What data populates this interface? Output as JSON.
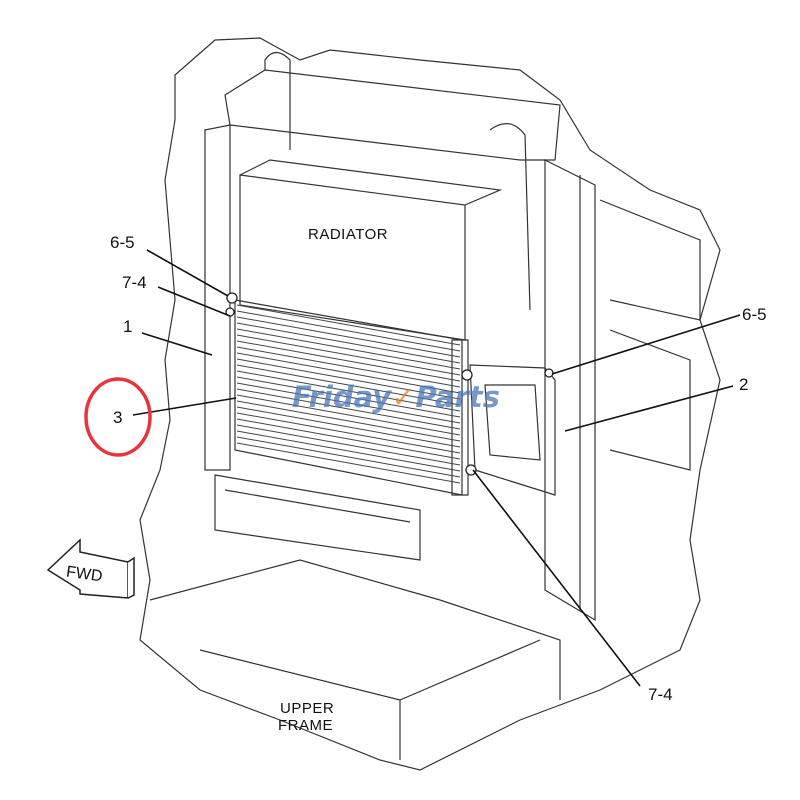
{
  "diagram": {
    "type": "exploded parts illustration",
    "component_labels": {
      "radiator": "RADIATOR",
      "upper_frame_line1": "UPPER",
      "upper_frame_line2": "FRAME",
      "direction_arrow": "FWD"
    },
    "callouts": [
      {
        "id": "6-5",
        "text": "6-5",
        "side": "left-top"
      },
      {
        "id": "7-4",
        "text": "7-4",
        "side": "left-top"
      },
      {
        "id": "1",
        "text": "1",
        "side": "left"
      },
      {
        "id": "3",
        "text": "3",
        "side": "left",
        "highlighted": true
      },
      {
        "id": "6-5b",
        "text": "6-5",
        "side": "right"
      },
      {
        "id": "2",
        "text": "2",
        "side": "right"
      },
      {
        "id": "7-4b",
        "text": "7-4",
        "side": "bottom-right"
      }
    ],
    "highlight": {
      "target": "3",
      "shape": "ellipse",
      "color": "#e8343a"
    },
    "watermark": {
      "part1": "Friday",
      "part2": "Parts",
      "color_main": "#4a78b8",
      "color_accent": "#d9822b"
    },
    "line_color": "#222222",
    "background": "#ffffff"
  }
}
